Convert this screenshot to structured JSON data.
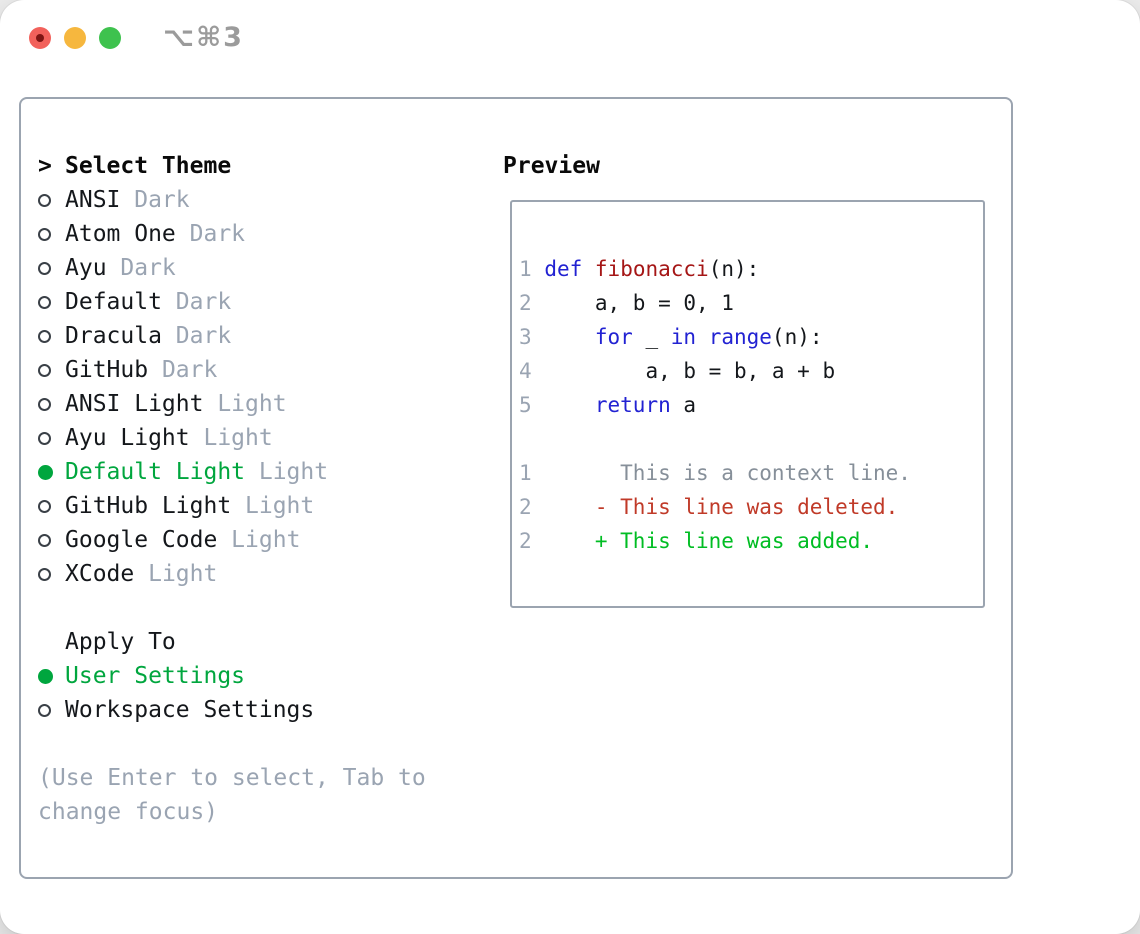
{
  "window": {
    "title": "⌥⌘3",
    "traffic_lights": [
      {
        "name": "close-button",
        "color_key": "traffic_red"
      },
      {
        "name": "minimize-button",
        "color_key": "traffic_yellow"
      },
      {
        "name": "maximize-button",
        "color_key": "traffic_green"
      }
    ]
  },
  "theme_picker": {
    "cursor": ">",
    "header": "Select Theme",
    "themes": [
      {
        "name": "ANSI",
        "variant": "Dark",
        "selected": false
      },
      {
        "name": "Atom One",
        "variant": "Dark",
        "selected": false
      },
      {
        "name": "Ayu",
        "variant": "Dark",
        "selected": false
      },
      {
        "name": "Default",
        "variant": "Dark",
        "selected": false
      },
      {
        "name": "Dracula",
        "variant": "Dark",
        "selected": false
      },
      {
        "name": "GitHub",
        "variant": "Dark",
        "selected": false
      },
      {
        "name": "ANSI Light",
        "variant": "Light",
        "selected": false
      },
      {
        "name": "Ayu Light",
        "variant": "Light",
        "selected": false
      },
      {
        "name": "Default Light",
        "variant": "Light",
        "selected": true
      },
      {
        "name": "GitHub Light",
        "variant": "Light",
        "selected": false
      },
      {
        "name": "Google Code",
        "variant": "Light",
        "selected": false
      },
      {
        "name": "XCode",
        "variant": "Light",
        "selected": false
      }
    ],
    "apply_to": {
      "header": "Apply To",
      "options": [
        {
          "label": "User Settings",
          "selected": true
        },
        {
          "label": "Workspace Settings",
          "selected": false
        }
      ]
    },
    "hint_lines": [
      "(Use Enter to select, Tab to",
      "change focus)"
    ]
  },
  "preview": {
    "title": "Preview",
    "code_lines": [
      [
        [
          "ln",
          "1"
        ],
        [
          "pl",
          " "
        ],
        [
          "kw",
          "def"
        ],
        [
          "pl",
          " "
        ],
        [
          "fn",
          "fibonacci"
        ],
        [
          "pl",
          "(n):"
        ]
      ],
      [
        [
          "ln",
          "2"
        ],
        [
          "pl",
          "     a, b = 0, 1"
        ]
      ],
      [
        [
          "ln",
          "3"
        ],
        [
          "pl",
          "     "
        ],
        [
          "kw",
          "for"
        ],
        [
          "pl",
          " _ "
        ],
        [
          "kw",
          "in"
        ],
        [
          "pl",
          " "
        ],
        [
          "kw",
          "range"
        ],
        [
          "pl",
          "(n):"
        ]
      ],
      [
        [
          "ln",
          "4"
        ],
        [
          "pl",
          "         a, b = b, a + b"
        ]
      ],
      [
        [
          "ln",
          "5"
        ],
        [
          "pl",
          "     "
        ],
        [
          "kw",
          "return"
        ],
        [
          "pl",
          " a"
        ]
      ],
      [],
      [
        [
          "ln",
          "1"
        ],
        [
          "ctx",
          "       This is a context line."
        ]
      ],
      [
        [
          "ln",
          "2"
        ],
        [
          "del",
          "     - This line was deleted."
        ]
      ],
      [
        [
          "ln",
          "2"
        ],
        [
          "add",
          "     + This line was added."
        ]
      ]
    ]
  },
  "colors": {
    "text_dark": "#14171b",
    "muted_gray": "#9aa4b2",
    "context_gray": "#868f99",
    "selected_green": "#00a63e",
    "added_green": "#00bd23",
    "deleted_red": "#c03a28",
    "keyword_blue": "#2222d2",
    "function_red": "#a51616",
    "border_gray": "#9ba4b0",
    "traffic_red": "#f2615b",
    "traffic_yellow": "#f6b73e",
    "traffic_green": "#3ec24e"
  }
}
